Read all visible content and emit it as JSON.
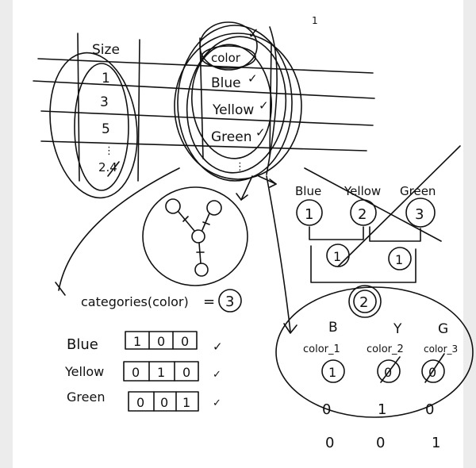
{
  "size_table": {
    "header": "Size",
    "values": [
      "1",
      "3",
      "5",
      "⋮",
      "2.4"
    ]
  },
  "color_table": {
    "header": "color",
    "values": [
      "Blue",
      "Yellow",
      "Green"
    ]
  },
  "tick": "✓",
  "stray_mark": "1",
  "categories": {
    "label": "categories(color)",
    "equals": "=",
    "count": "3"
  },
  "one_hot": [
    {
      "name": "Blue",
      "bits": [
        "1",
        "0",
        "0"
      ]
    },
    {
      "name": "Yellow",
      "bits": [
        "0",
        "1",
        "0"
      ]
    },
    {
      "name": "Green",
      "bits": [
        "0",
        "0",
        "1"
      ]
    }
  ],
  "tree": {
    "leaves": [
      "Blue",
      "Yellow",
      "Green"
    ],
    "leaf_values": [
      "1",
      "2",
      "3"
    ],
    "mid_values": [
      "1",
      "1"
    ],
    "root_value": "2"
  },
  "columns": {
    "letters": [
      "B",
      "Y",
      "G"
    ],
    "names": [
      "color_1",
      "color_2",
      "color_3"
    ],
    "circled": [
      "1",
      "0",
      "0"
    ],
    "row1": [
      "0",
      "1",
      "0"
    ],
    "row2": [
      "0",
      "0",
      "1"
    ]
  }
}
